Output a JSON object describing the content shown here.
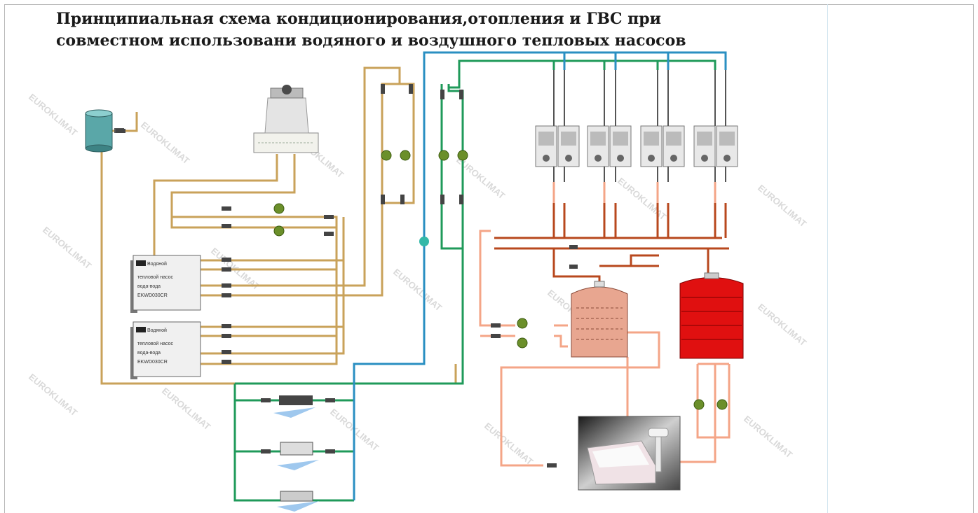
{
  "title": {
    "line1": "Принципиальная схема кондиционирования,отопления и ГВС при",
    "line2": "совместном использовани водяного и воздушного тепловых насосов"
  },
  "units": {
    "unit1": {
      "line1": "Водяной",
      "line2": "тепловой насос",
      "line3": "вода-вода",
      "line4": "EKWD030CR"
    },
    "unit2": {
      "line1": "Водяной",
      "line2": "тепловой насос",
      "line3": "вода-вода",
      "line4": "EKWD030CR"
    }
  },
  "watermark": "EUROKLIMAT",
  "colors": {
    "ground_loop": "#c9a25a",
    "chilled_loop": "#1f9a5a",
    "supply_loop": "#2a8fc2",
    "heating_loop": "#b8481e",
    "dhw_loop": "#f4a587",
    "storage_tank": "#e8a690",
    "buffer_tank": "#e01010"
  }
}
